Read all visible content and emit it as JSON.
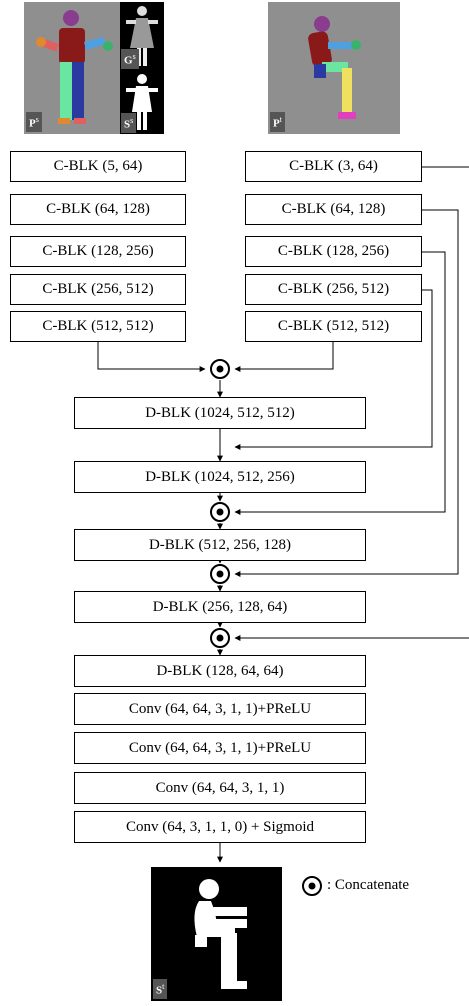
{
  "inputs": {
    "source_pose_label": "P",
    "source_pose_sup": "s",
    "source_garment_label": "G",
    "source_garment_sup": "s",
    "source_seg_label": "S",
    "source_seg_sup": "s",
    "target_pose_label": "P",
    "target_pose_sup": "t"
  },
  "encoder_source": [
    "C-BLK (5, 64)",
    "C-BLK (64, 128)",
    "C-BLK (128, 256)",
    "C-BLK (256, 512)",
    "C-BLK (512, 512)"
  ],
  "encoder_target": [
    "C-BLK (3, 64)",
    "C-BLK (64, 128)",
    "C-BLK (128, 256)",
    "C-BLK (256, 512)",
    "C-BLK (512, 512)"
  ],
  "decoder": [
    "D-BLK (1024, 512, 512)",
    "D-BLK (1024, 512, 256)",
    "D-BLK (512, 256, 128)",
    "D-BLK (256, 128, 64)",
    "D-BLK (128, 64, 64)"
  ],
  "head": [
    "Conv (64, 64, 3, 1, 1)+PReLU",
    "Conv (64, 64, 3, 1, 1)+PReLU",
    "Conv (64, 64, 3, 1, 1)",
    "Conv (64, 3, 1, 1, 0) + Sigmoid"
  ],
  "output": {
    "label": "S",
    "sup": "t"
  },
  "legend": {
    "text": ": Concatenate"
  }
}
